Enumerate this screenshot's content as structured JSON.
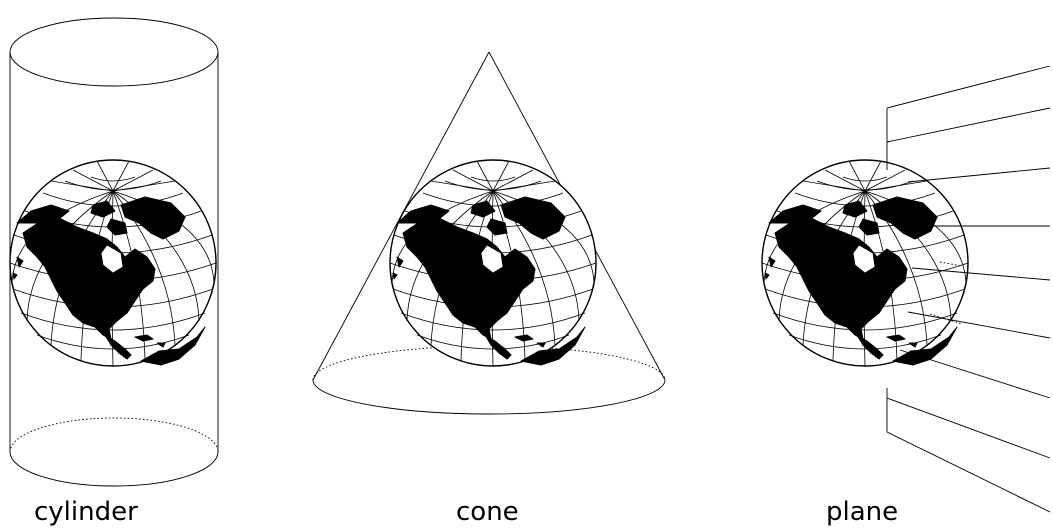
{
  "labels": {
    "cylinder": "cylinder",
    "cone": "cone",
    "plane": "plane"
  },
  "colors": {
    "ink": "#000000",
    "background": "#ffffff"
  }
}
